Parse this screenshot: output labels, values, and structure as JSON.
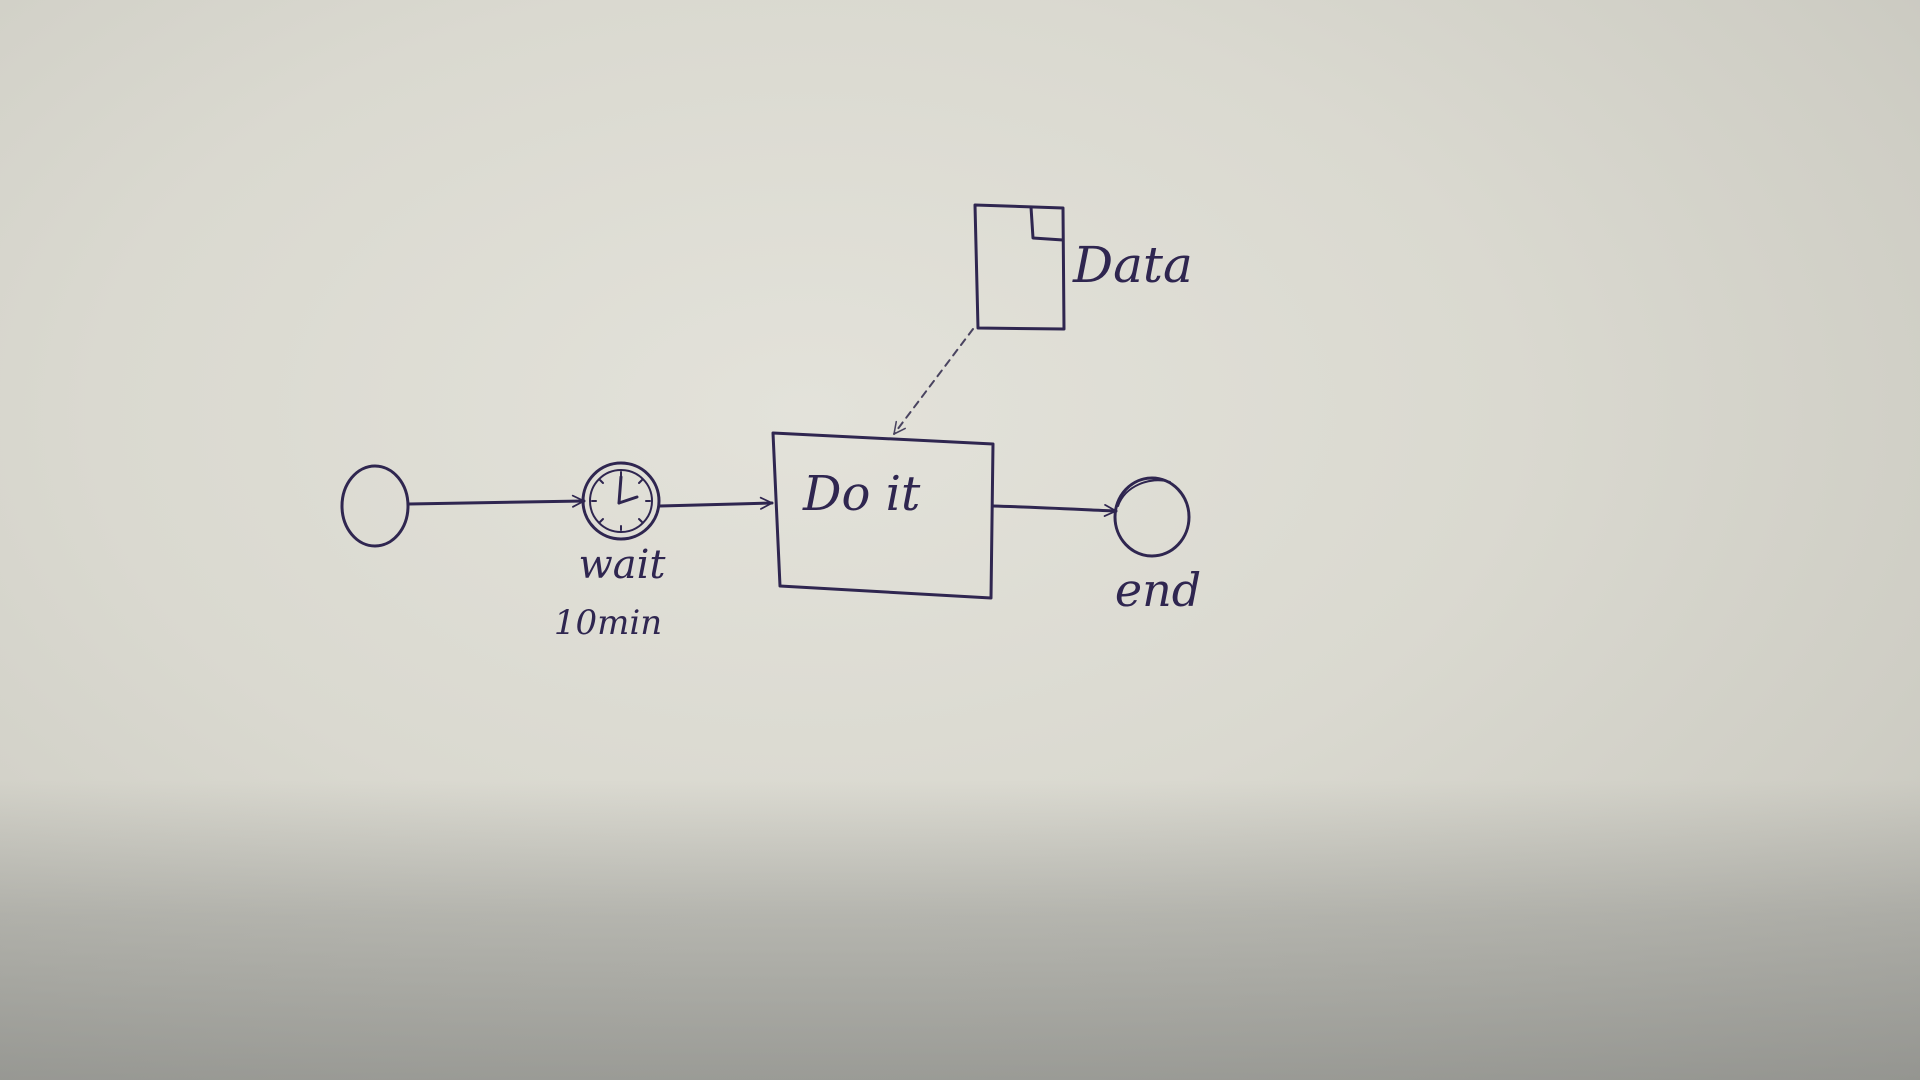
{
  "diagram": {
    "nodes": {
      "start": {
        "label": ""
      },
      "timer": {
        "label_line1": "wait",
        "label_line2": "10min"
      },
      "task": {
        "label": "Do it"
      },
      "end": {
        "label": "end"
      },
      "data": {
        "label": "Data"
      }
    },
    "edges": [
      {
        "from": "start",
        "to": "timer",
        "style": "solid"
      },
      {
        "from": "timer",
        "to": "task",
        "style": "solid"
      },
      {
        "from": "task",
        "to": "end",
        "style": "solid"
      },
      {
        "from": "data",
        "to": "task",
        "style": "dashed"
      }
    ],
    "ink_color": "#2f2650"
  }
}
